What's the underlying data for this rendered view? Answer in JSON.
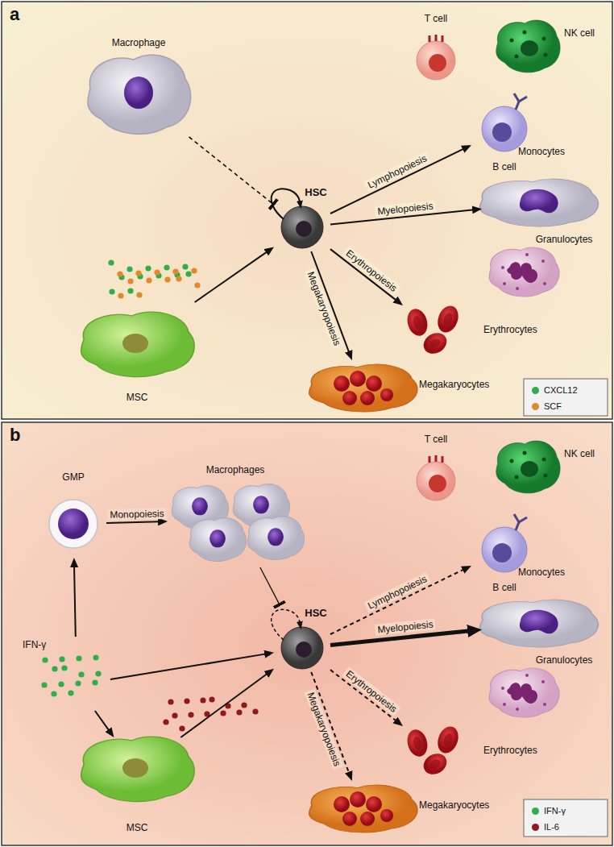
{
  "diagram": {
    "nodes": [
      {
        "text": [
          "a"
        ]
      },
      {
        "text": [
          "Macrophage"
        ],
        "in": 0
      },
      {
        "text": [
          "T cell"
        ],
        "in": 0
      },
      {
        "text": [
          "NK cell"
        ],
        "in": 0
      },
      {
        "text": [
          "HSC"
        ],
        "in": 0
      },
      {
        "text": [
          "B cell"
        ],
        "in": 0
      },
      {
        "text": [
          "Monocytes"
        ],
        "in": 0
      },
      {
        "text": [
          "Granulocytes"
        ],
        "in": 0
      },
      {
        "text": [
          "Erythrocytes"
        ],
        "in": 0
      },
      {
        "text": [
          "MSC"
        ],
        "in": 0
      },
      {
        "text": [
          "Megakaryocytes"
        ],
        "in": 0
      },
      {
        "text": [
          "b"
        ]
      },
      {
        "text": [
          "Macrophages"
        ],
        "in": 11
      },
      {
        "text": [
          "T cell"
        ],
        "in": 11
      },
      {
        "text": [
          "NK cell"
        ],
        "in": 11
      },
      {
        "text": [
          "GMP"
        ],
        "in": 11
      },
      {
        "text": [
          "B cell"
        ],
        "in": 11
      },
      {
        "text": [
          "Monocytes"
        ],
        "in": 11
      },
      {
        "text": [
          "HSC"
        ],
        "in": 11
      },
      {
        "text": [
          "IFN-γ"
        ],
        "in": 11
      },
      {
        "text": [
          "Granulocytes"
        ],
        "in": 11
      },
      {
        "text": [
          "Erythrocytes"
        ],
        "in": 11
      },
      {
        "text": [
          "MSC"
        ],
        "in": 11
      },
      {
        "text": [
          "Megakaryocytes"
        ],
        "in": 11
      }
    ],
    "edges": [
      {
        "from": 1,
        "to": 4,
        "arrow": "to"
      },
      {
        "from": 9,
        "to": 4,
        "arrow": "to"
      },
      {
        "from": 4,
        "to": 5,
        "label": "Lymphopoiesis",
        "arrow": "to"
      },
      {
        "from": 4,
        "to": 6,
        "label": "Myelopoiesis",
        "arrow": "to"
      },
      {
        "from": 4,
        "to": 8,
        "label": "Erythropoiesis",
        "arrow": "to"
      },
      {
        "from": 4,
        "to": 10,
        "label": "Megakaryopoiesis",
        "arrow": "to"
      },
      {
        "from": 19,
        "to": 15,
        "arrow": "to"
      },
      {
        "from": 15,
        "to": 12,
        "label": "Monopoiesis",
        "arrow": "to"
      },
      {
        "from": 12,
        "to": 18,
        "arrow": "to"
      },
      {
        "from": 19,
        "to": 18,
        "arrow": "to"
      },
      {
        "from": 19,
        "to": 22,
        "arrow": "to"
      },
      {
        "from": 22,
        "to": 18,
        "arrow": "to"
      },
      {
        "from": 18,
        "to": 16,
        "label": "Lymphopoiesis",
        "arrow": "to"
      },
      {
        "from": 18,
        "to": 17,
        "label": "Myelopoiesis",
        "arrow": "to"
      },
      {
        "from": 18,
        "to": 21,
        "label": "Erythropoiesis",
        "arrow": "to"
      },
      {
        "from": 18,
        "to": 23,
        "label": "Megakaryopoiesis",
        "arrow": "to"
      }
    ],
    "legend": [
      {
        "text": "CXCL12",
        "color": "#2fae4a"
      },
      {
        "text": "SCF",
        "color": "#e08a2a"
      },
      {
        "text": "IFN-γ",
        "color": "#2fae4a"
      },
      {
        "text": "IL-6",
        "color": "#8e1a1e"
      }
    ]
  }
}
